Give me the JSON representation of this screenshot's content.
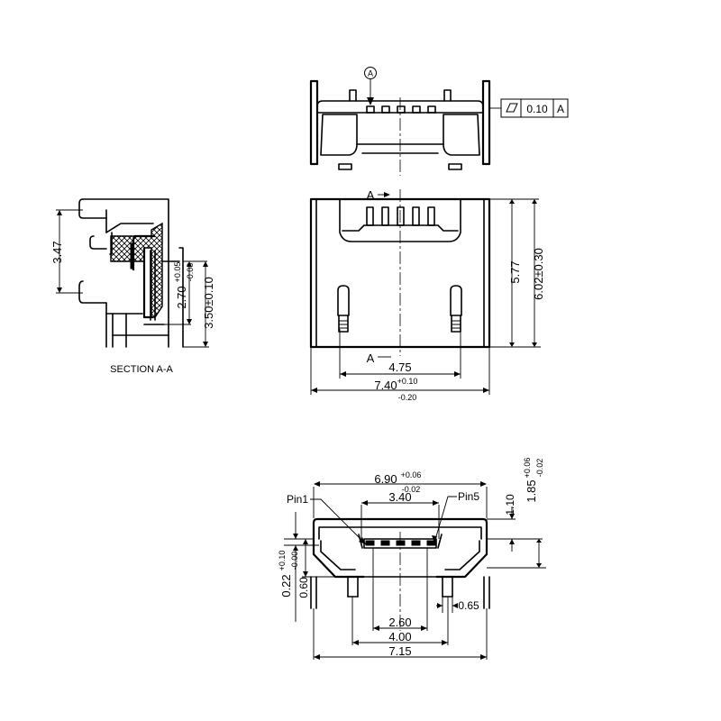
{
  "drawing": {
    "section_title": "SECTION A-A",
    "datum_marker": "A",
    "section_marker_top": "A",
    "section_marker_bottom": "A",
    "flatness": {
      "tolerance": "0.10",
      "datum": "A"
    },
    "dims": {
      "side_height": "3.47",
      "side_2_70": {
        "nominal": "2.70",
        "upper": "+0.05",
        "lower": "-0.08"
      },
      "side_3_50": "3.50±0.10",
      "front_5_77": "5.77",
      "front_6_02": "6.02±0.30",
      "front_4_75": "4.75",
      "front_7_40": {
        "nominal": "7.40",
        "upper": "+0.10",
        "lower": "-0.20"
      },
      "bottom_6_90": {
        "nominal": "6.90",
        "upper": "+0.06",
        "lower": "-0.02"
      },
      "bottom_3_40": "3.40",
      "bottom_1_10": "1.10",
      "bottom_1_85": {
        "nominal": "1.85",
        "upper": "+0.06",
        "lower": "-0.02"
      },
      "bottom_0_22": {
        "nominal": "0.22",
        "upper": "+0.10",
        "lower": "-0.00"
      },
      "bottom_0_60": "0.60",
      "bottom_0_65": "0.65",
      "bottom_2_60": "2.60",
      "bottom_4_00": "4.00",
      "bottom_7_15": "7.15"
    },
    "pins": {
      "pin1": "Pin1",
      "pin5": "Pin5"
    }
  }
}
